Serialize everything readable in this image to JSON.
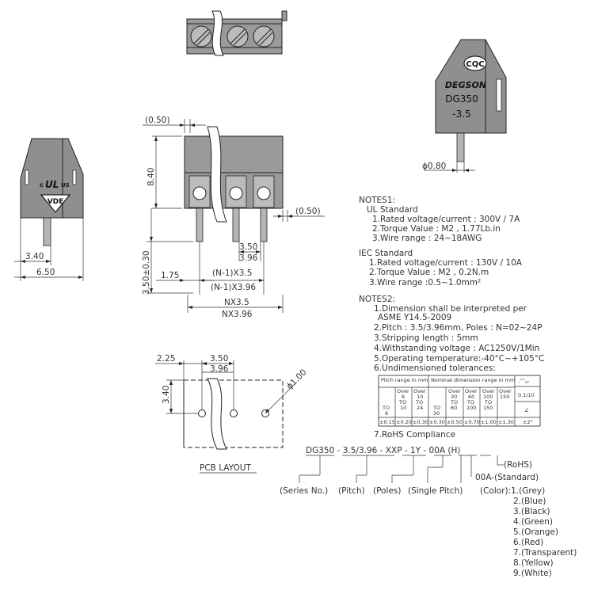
{
  "front_view": {
    "dims": {
      "top_pad": "(0.50)",
      "height": "8.40",
      "side_pad": "(0.50)",
      "pitch_a": "3.50",
      "pitch_b": "3.96",
      "pin_len": "3.50±0.30",
      "offset": "1.75",
      "n1_a": "(N-1)X3.5",
      "n1_b": "(N-1)X3.96",
      "total_a": "NX3.5",
      "total_b": "NX3.96"
    }
  },
  "side_view": {
    "dims": {
      "inner": "3.40",
      "outer": "6.50"
    },
    "marks": {
      "ul_c": "c",
      "ul_us": "US",
      "ul_logo": "UL",
      "vde": "VDE"
    }
  },
  "right_view": {
    "marks": {
      "cqc": "CQC",
      "brand": "DEGSON",
      "model": "DG350",
      "pitch": "-3.5"
    },
    "dims": {
      "pin_dia": "ϕ0.80"
    }
  },
  "pcb_layout": {
    "title": "PCB LAYOUT",
    "dims": {
      "edge": "2.25",
      "pitch_a": "3.50",
      "pitch_b": "3.96",
      "row": "3.40",
      "hole": "ϕ1.00"
    }
  },
  "notes1": {
    "heading": "NOTES1:",
    "ul_title": "UL Standard",
    "ul_items": [
      "1.Rated voltage/current : 300V / 7A",
      "2.Torque Value : M2 , 1.77Lb.in",
      "3.Wire range : 24~18AWG"
    ],
    "iec_title": "IEC Standard",
    "iec_items": [
      "1.Rated voltage/current : 130V / 10A",
      "2.Torque Value : M2 , 0.2N.m",
      "3.Wire range :0.5~1.0mm²"
    ]
  },
  "notes2": {
    "heading": "NOTES2:",
    "items": [
      "1.Dimension shall be interpreted per",
      "ASME Y14.5-2009",
      "2.Pitch : 3.5/3.96mm, Poles : N=02~24P",
      "3.Stripping length : 5mm",
      "4.Withstanding voltage : AC1250V/1Min",
      "5.Operating temperature:-40°C~+105°C",
      "6.Undimensioned tolerances:"
    ],
    "rohs": "7.RoHS Compliance"
  },
  "tolerance_table": {
    "head_pitch": "Pitch range in mm",
    "head_nominal": "Nominal dimension range in mm",
    "sym": "-⌒▱",
    "pitch_cols": [
      {
        "l1": "",
        "l2": "",
        "l3": "TO",
        "l4": "6"
      },
      {
        "l1": "Over",
        "l2": "6",
        "l3": "TO",
        "l4": "10"
      },
      {
        "l1": "Over",
        "l2": "10",
        "l3": "TO",
        "l4": "24"
      }
    ],
    "nom_cols": [
      {
        "l1": "",
        "l2": "",
        "l3": "TO",
        "l4": "30"
      },
      {
        "l1": "Over",
        "l2": "30",
        "l3": "TO",
        "l4": "60"
      },
      {
        "l1": "Over",
        "l2": "60",
        "l3": "TO",
        "l4": "100"
      },
      {
        "l1": "Over",
        "l2": "100",
        "l3": "TO",
        "l4": "150"
      },
      {
        "l1": "Over",
        "l2": "150",
        "l3": "",
        "l4": ""
      }
    ],
    "flat": "0.1/10",
    "angle_sym": "∠",
    "tols": [
      "±0.15",
      "±0.20",
      "±0.30",
      "±0.30",
      "±0.50",
      "±0.70",
      "±1.00",
      "±1.30",
      "±2°"
    ]
  },
  "part_code": {
    "code": "DG350 - 3.5/3.96 - XXP - 1Y - 00A (H)",
    "rohs": "(RoHS)",
    "standard": "00A-(Standard)",
    "labels": {
      "series": "(Series No.)",
      "pitch": "(Pitch)",
      "poles": "(Poles)",
      "single": "(Single Pitch)",
      "color": "(Color):1.(Grey)"
    },
    "colors": [
      "2.(Blue)",
      "3.(Black)",
      "4.(Green)",
      "5.(Orange)",
      "6.(Red)",
      "7.(Transparent)",
      "8.(Yellow)",
      "9.(White)"
    ]
  }
}
